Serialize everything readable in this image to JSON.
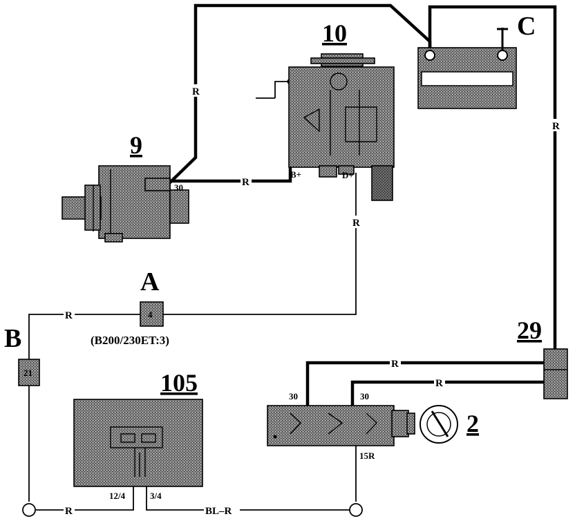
{
  "components": {
    "starter": {
      "number": "9",
      "terminal": "30"
    },
    "alternator": {
      "number": "10",
      "terminal_b_plus": "B+",
      "terminal_d_plus": "D+"
    },
    "battery": {
      "letter": "C"
    },
    "connector_a": {
      "letter": "A",
      "pin": "4",
      "note": "(B200/230ET:3)"
    },
    "connector_b": {
      "letter": "B",
      "pin": "21"
    },
    "junction_29": {
      "number": "29"
    },
    "module_105": {
      "number": "105",
      "pin_left": "12/4",
      "pin_right": "3/4"
    },
    "ignition_switch": {
      "number": "2",
      "terminal_left": "30",
      "terminal_right": "30",
      "terminal_out": "15R"
    }
  },
  "wire_labels": {
    "battery_to_starter": "R",
    "starter_to_alternator": "R",
    "battery_to_junction": "R",
    "alternator_to_connector_a": "R",
    "connector_a_to_b": "R",
    "junction_to_switch_upper": "R",
    "junction_to_switch_lower": "R",
    "bottom_left": "R",
    "bottom_right": "BL–R"
  }
}
